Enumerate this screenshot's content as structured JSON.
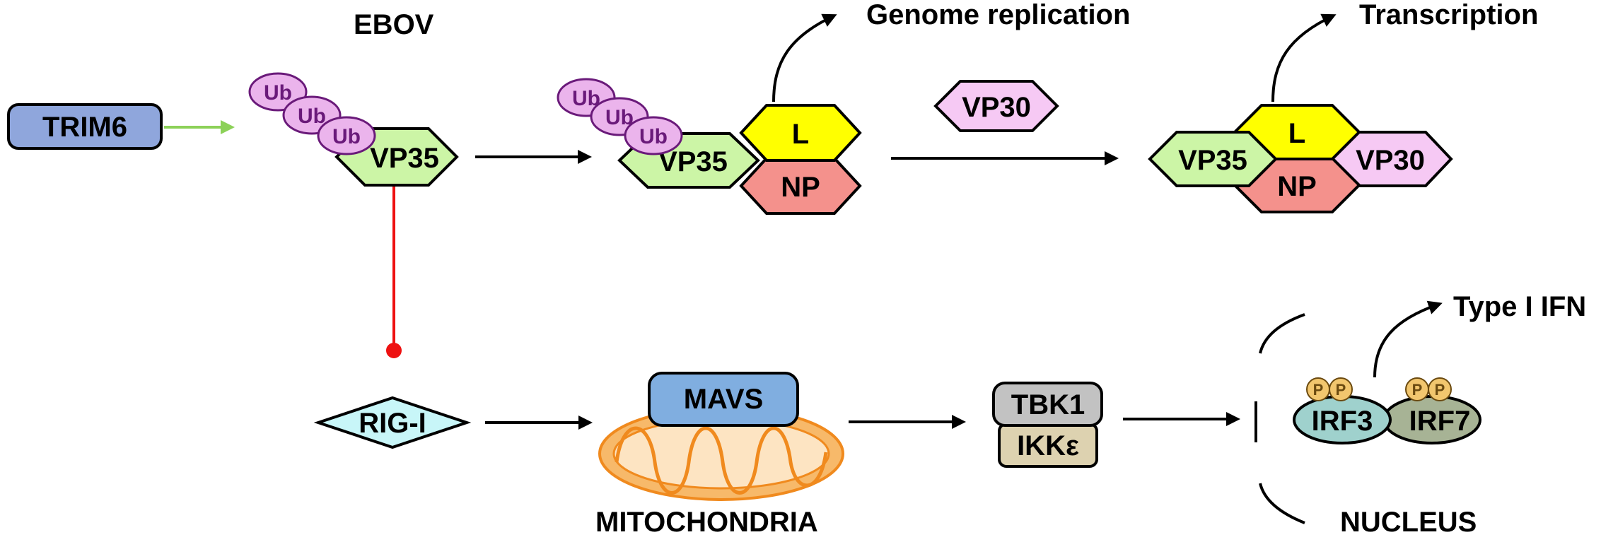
{
  "labels": {
    "ebov": "EBOV",
    "genome_replication": "Genome replication",
    "transcription": "Transcription",
    "type_i_ifn": "Type I IFN",
    "mitochondria": "MITOCHONDRIA",
    "nucleus": "NUCLEUS"
  },
  "proteins": {
    "trim6": "TRIM6",
    "vp35": "VP35",
    "l": "L",
    "np": "NP",
    "vp30": "VP30",
    "rig_i": "RIG-I",
    "mavs": "MAVS",
    "tbk1": "TBK1",
    "ikke": "IKKε",
    "irf3": "IRF3",
    "irf7": "IRF7",
    "ub": "Ub",
    "p": "P"
  },
  "colors": {
    "trim6": "#8fa6dc",
    "vp35": "#ccf5a6",
    "l": "#ffff00",
    "np": "#f4918c",
    "vp30": "#f6c9f4",
    "ub": "#ebb4ec",
    "rig_i": "#c8f6f8",
    "mavs": "#80aee0",
    "mito": "#f7b96a",
    "tbk1": "#c2c2c2",
    "ikke": "#ddd2b0",
    "irf3": "#9fd1cd",
    "irf7": "#a7b395",
    "phos": "#f2c66e",
    "activation_arrow": "#8cd158",
    "inhibition_line": "#ee1111"
  }
}
